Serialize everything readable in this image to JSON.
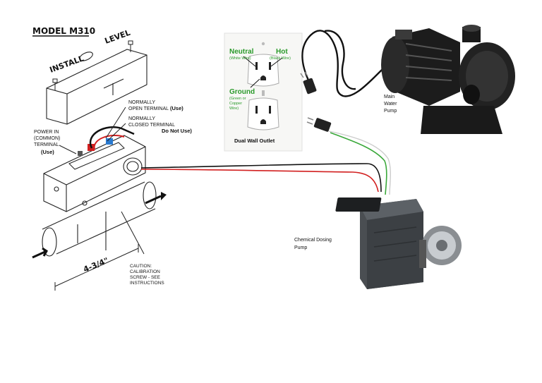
{
  "title": "MODEL M310",
  "switch": {
    "install": "INSTALL",
    "level": "LEVEL",
    "open_terminal_1": "NORMALLY",
    "open_terminal_2": "OPEN TERMINAL",
    "use_open": "(Use)",
    "closed_terminal_1": "NORMALLY",
    "closed_terminal_2": "CLOSED TERMINAL",
    "do_not_use": "Do Not Use)",
    "power_in_1": "POWER IN",
    "power_in_2": "(COMMON)",
    "power_in_3": "TERMINAL",
    "use_power": "(Use)",
    "dimension": "4-3/4\"",
    "caution_1": "CAUTION:",
    "caution_2": "CALIBRATION",
    "caution_3": "SCREW - SEE",
    "caution_4": "INSTRUCTIONS"
  },
  "outlet": {
    "neutral": "Neutral",
    "neutral_sub": "(White Wire)",
    "hot": "Hot",
    "hot_sub": "(Black Wire)",
    "ground": "Ground",
    "ground_sub_1": "(Green or",
    "ground_sub_2": "Copper",
    "ground_sub_3": "Wire)",
    "label": "Dual Wall Outlet"
  },
  "main_pump": {
    "line1": "Main",
    "line2": "Water",
    "line3": "Pump"
  },
  "dosing_pump": {
    "line1": "Chemical Dosing",
    "line2": "Pump"
  },
  "colors": {
    "green": "#2a9a2a",
    "red": "#d22020",
    "wire_green": "#3aa83a"
  }
}
